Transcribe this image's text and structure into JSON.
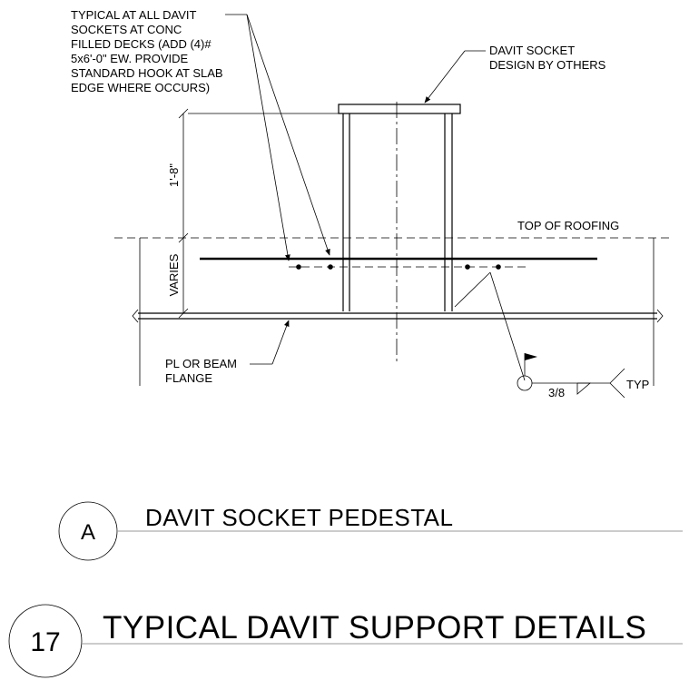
{
  "notes": {
    "typical": [
      "TYPICAL AT ALL DAVIT",
      "SOCKETS AT CONC",
      "FILLED DECKS (ADD (4)#",
      "5x6'-0\" EW. PROVIDE",
      "STANDARD HOOK AT SLAB",
      "EDGE WHERE OCCURS)"
    ],
    "davit_socket": [
      "DAVIT SOCKET",
      "DESIGN BY OTHERS"
    ],
    "top_of_roofing": "TOP OF ROOFING",
    "flange": [
      "PL OR BEAM",
      "FLANGE"
    ]
  },
  "dimensions": {
    "height": "1'-8\"",
    "varies": "VARIES"
  },
  "weld": {
    "size": "3/8",
    "tail": "TYP"
  },
  "detail": {
    "bubble": "A",
    "title": "DAVIT SOCKET PEDESTAL"
  },
  "sheet": {
    "number": "17",
    "title": "TYPICAL DAVIT SUPPORT DETAILS"
  }
}
